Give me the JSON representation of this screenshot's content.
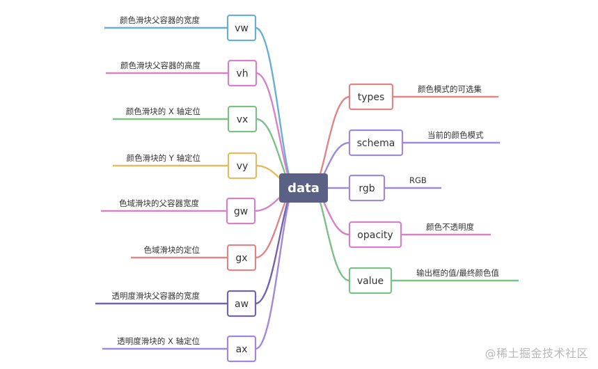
{
  "root": {
    "label": "data",
    "color": "#5a6184"
  },
  "left_branches": [
    {
      "key": "vw",
      "desc": "颜色滑块父容器的宽度",
      "color": "#6aaed6"
    },
    {
      "key": "vh",
      "desc": "颜色滑块父容器的高度",
      "color": "#d681c6"
    },
    {
      "key": "vx",
      "desc": "颜色滑块的 X 轴定位",
      "color": "#7cc087"
    },
    {
      "key": "vy",
      "desc": "颜色滑块的 Y 轴定位",
      "color": "#e0bd62"
    },
    {
      "key": "gw",
      "desc": "色域滑块的父容器宽度",
      "color": "#d681c6"
    },
    {
      "key": "gx",
      "desc": "色域滑块的定位",
      "color": "#de8585"
    },
    {
      "key": "aw",
      "desc": "透明度滑块父容器的宽度",
      "color": "#7462ae"
    },
    {
      "key": "ax",
      "desc": "透明度滑块的 X 轴定位",
      "color": "#a089d9"
    }
  ],
  "right_branches": [
    {
      "key": "types",
      "desc": "颜色模式的可选集",
      "color": "#de8585"
    },
    {
      "key": "schema",
      "desc": "当前的颜色模式",
      "color": "#a089d9"
    },
    {
      "key": "rgb",
      "desc": "RGB",
      "color": "#a089d9"
    },
    {
      "key": "opacity",
      "desc": "颜色不透明度",
      "color": "#d681c6"
    },
    {
      "key": "value",
      "desc": "输出框的值/最终颜色值",
      "color": "#7cc087"
    }
  ],
  "watermark": "@稀土掘金技术社区"
}
